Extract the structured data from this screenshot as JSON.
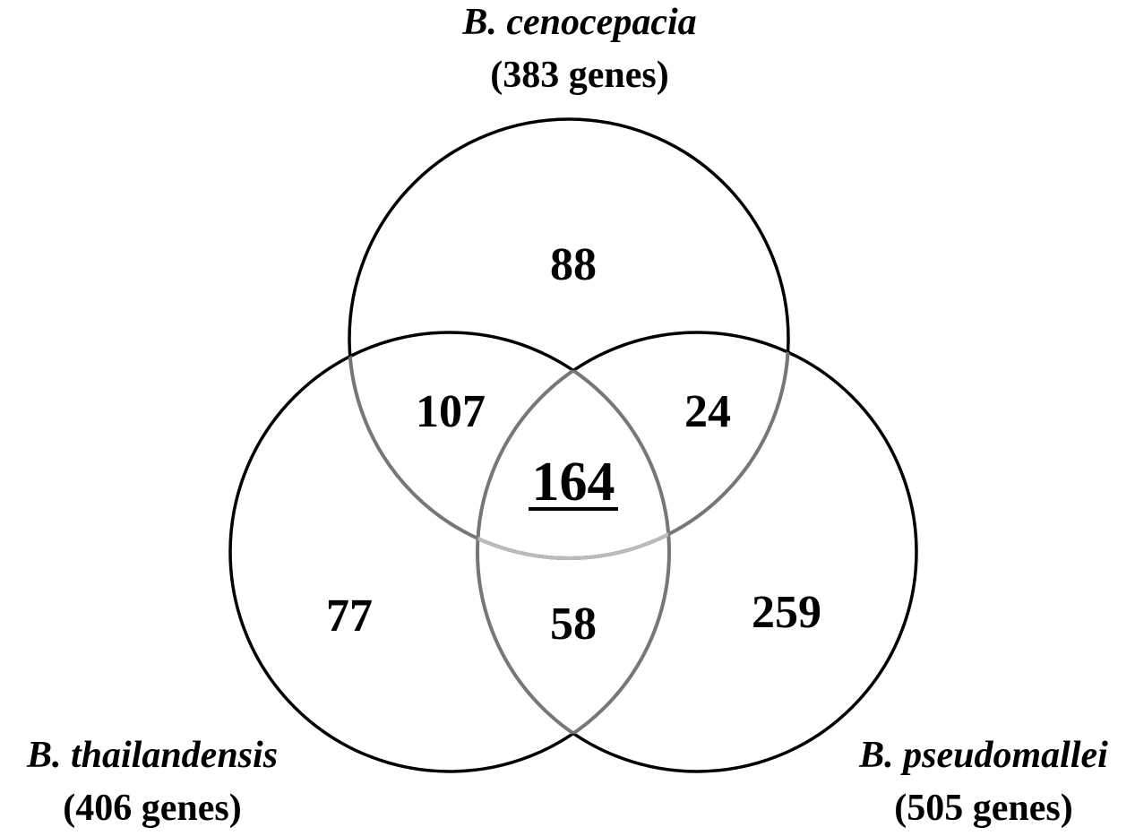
{
  "sets": [
    {
      "id": "cenocepacia",
      "name": "B. cenocepacia",
      "count_label": "(383 genes)"
    },
    {
      "id": "thailandensis",
      "name": "B. thailandensis",
      "count_label": "(406 genes)"
    },
    {
      "id": "pseudomallei",
      "name": "B. pseudomallei",
      "count_label": "(505 genes)"
    }
  ],
  "regions": {
    "cenocepacia_only": "88",
    "thailandensis_only": "77",
    "pseudomallei_only": "259",
    "cenocepacia_thailandensis": "107",
    "cenocepacia_pseudomallei": "24",
    "thailandensis_pseudomallei": "58",
    "all_three": "164"
  },
  "colors": {
    "outline": "#000000",
    "overlap_outline_dark": "#777777",
    "overlap_outline_light": "#bbbbbb"
  }
}
